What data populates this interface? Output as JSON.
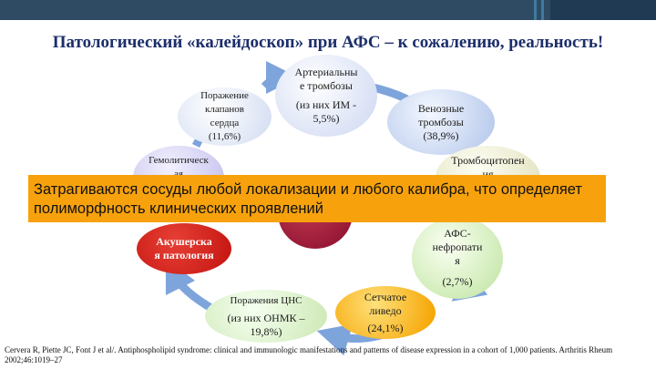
{
  "title": "Патологический «калейдоскоп» при АФС – к сожалению, реальность!",
  "colors": {
    "top_bar": "#2e4b63",
    "arrows": "#7ea4dc",
    "banner": "#f7a20d",
    "center": "#8d1130"
  },
  "nodes": {
    "arterial": [
      "Артериальны\nе тромбозы",
      "(из них ИМ -\n5,5%)"
    ],
    "valve": [
      "Поражение\nклапанов\nсердца\n(11,6%)"
    ],
    "venous": [
      "Венозные\nтромбозы\n(38,9%)"
    ],
    "hemolytic": [
      "Гемолитическ\nая"
    ],
    "thrombocytopenia": [
      "Тромбоцитопен\nия"
    ],
    "obstetric": [
      "Акушерска\nя патология"
    ],
    "nephropathy": [
      "АФС-\nнефропати\nя",
      "(2,7%)"
    ],
    "cns": [
      "Поражения ЦНС",
      "(из них  ОНМК –\n19,8%)"
    ],
    "livedo": [
      "Сетчатое\nливедо",
      "(24,1%)"
    ]
  },
  "banner": "Затрагиваются сосуды любой локализации и любого калибра, что определяет полиморфность клинических проявлений",
  "footer": "Cervera R, Piette JC, Font J et al/. Antiphospholipid syndrome: clinical and immunologic manifestations and patterns of disease expression in a cohort of 1,000 patients. Arthritis Rheum 2002;46:1019–27"
}
